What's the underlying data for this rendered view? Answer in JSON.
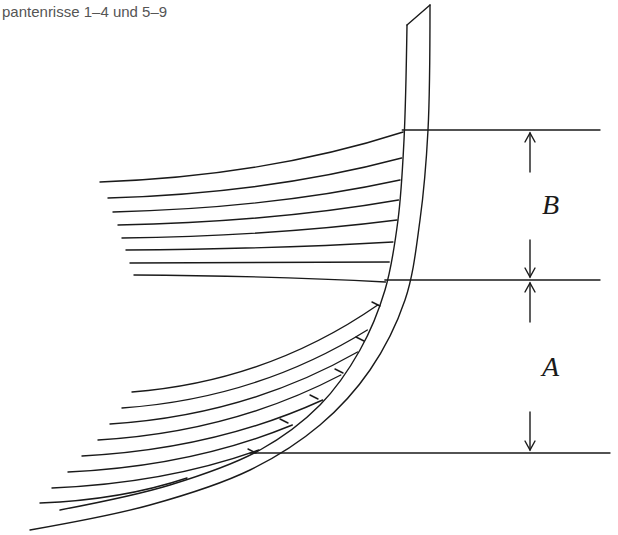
{
  "diagram": {
    "labels": [
      "pantenrisse 1–4 und 5–9",
      "B",
      "A"
    ]
  }
}
